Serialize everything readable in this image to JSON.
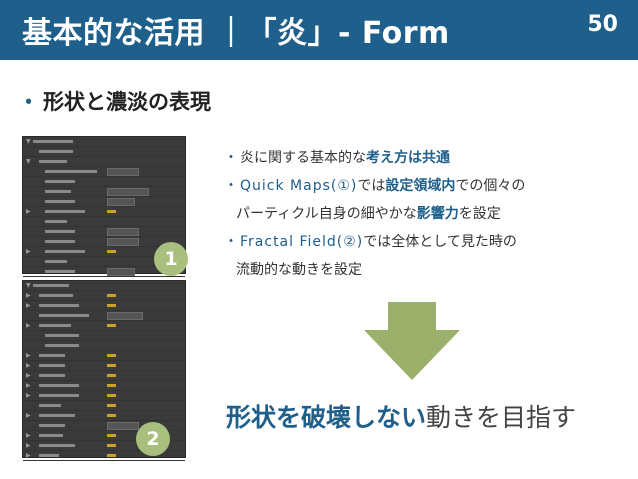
{
  "header": {
    "title": "基本的な活用 ｜「炎」- Form",
    "page_number": "50"
  },
  "section": {
    "bullet": "・",
    "title": "形状と濃淡の表現"
  },
  "bullets": {
    "b1": {
      "dot": "・",
      "t1": "炎に関する基本的な",
      "h1": "考え方は共通"
    },
    "b2": {
      "dot": "・",
      "link": "Quick Maps(①)",
      "t1": "では",
      "h1": "設定領域内",
      "t2": "での個々の"
    },
    "b2c": {
      "t1": "パーティクル自身の細やかな",
      "h1": "影響力",
      "t2": "を設定"
    },
    "b3": {
      "dot": "・",
      "link": "Fractal Field(②)",
      "t1": "では全体として見た時の"
    },
    "b3c": {
      "t1": "流動的な動きを設定"
    }
  },
  "conclusion": {
    "em": "形状を破壊しない",
    "rest": "動きを目指す"
  },
  "badges": {
    "one": "1",
    "two": "2"
  },
  "colors": {
    "header_bg": "#1f5f8b",
    "accent": "#1f5f8b",
    "badge": "#a9bf7e",
    "arrow": "#9bb06a"
  }
}
